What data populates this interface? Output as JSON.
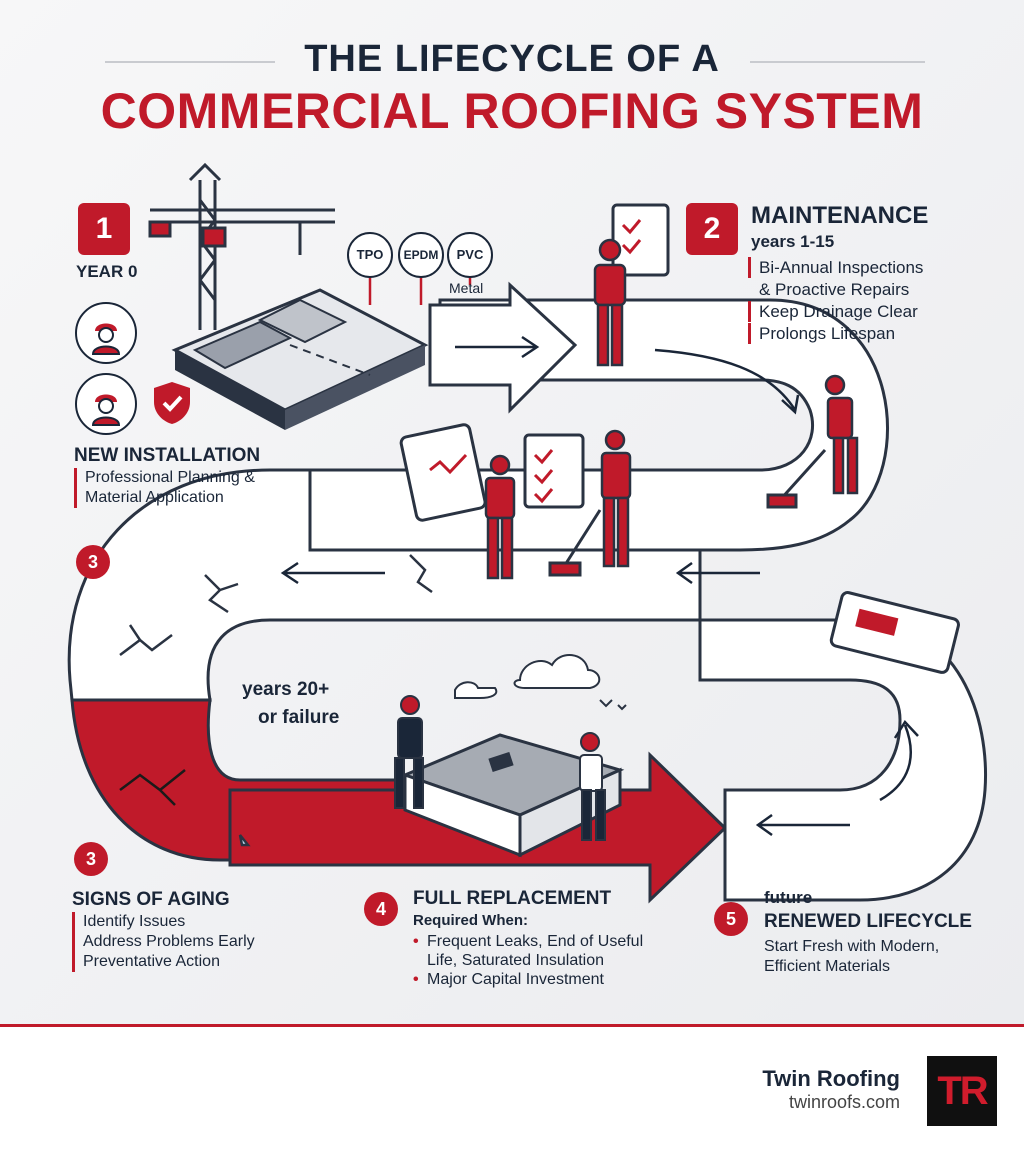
{
  "header": {
    "title_line1": "THE LIFECYCLE OF A",
    "title_line2": "COMMERCIAL ROOFING SYSTEM"
  },
  "colors": {
    "accent": "#c01a2a",
    "ink": "#1a2638",
    "path": "#ffffff",
    "background": "#f3f3f4"
  },
  "stage1": {
    "number": "1",
    "time": "YEAR 0",
    "heading": "NEW INSTALLATION",
    "description_line1": "Professional Planning &",
    "description_line2": "Material Application",
    "materials": [
      "TPO",
      "EPDM",
      "PVC",
      "Metal"
    ],
    "icons": [
      "worker-icon",
      "worker-icon",
      "shield-check-icon",
      "crane-icon"
    ]
  },
  "stage2": {
    "number": "2",
    "heading": "MAINTENANCE",
    "time": "years 1-15",
    "items": [
      "Bi-Annual Inspections",
      "& Proactive Repairs",
      "Keep Drainage Clear",
      "Prolongs Lifespan"
    ]
  },
  "stage3": {
    "number": "3",
    "time_line1": "years 20+",
    "time_line2": "or failure",
    "heading": "SIGNS OF AGING",
    "items": [
      "Identify Issues",
      "Address Problems Early",
      "Preventative Action"
    ]
  },
  "stage4": {
    "number": "4",
    "heading": "FULL REPLACEMENT",
    "subheading": "Required When:",
    "bullet1_line1": "Frequent Leaks, End of Useful",
    "bullet1_line2": "Life, Saturated Insulation",
    "bullet2": "Major Capital Investment"
  },
  "stage5": {
    "number": "5",
    "time": "future",
    "heading": "RENEWED LIFECYCLE",
    "description_line1": "Start Fresh with Modern,",
    "description_line2": "Efficient Materials"
  },
  "footer": {
    "brand": "Twin Roofing",
    "url": "twinroofs.com",
    "logo_text": "TR"
  }
}
